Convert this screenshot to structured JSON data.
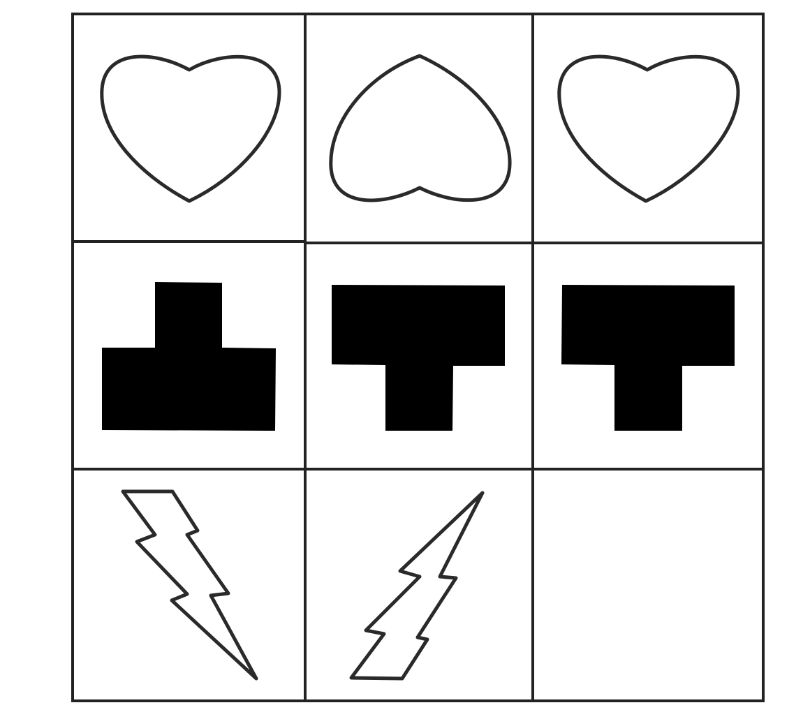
{
  "puzzle": {
    "rows": 3,
    "cols": 3,
    "colors": {
      "line": "#222222",
      "fill": "#000000",
      "background": "#ffffff"
    },
    "cells": [
      {
        "row": 1,
        "col": 1,
        "shape": "heart",
        "style": "outline",
        "orientation": "upright"
      },
      {
        "row": 1,
        "col": 2,
        "shape": "heart",
        "style": "outline",
        "orientation": "upside-down"
      },
      {
        "row": 1,
        "col": 3,
        "shape": "heart",
        "style": "outline",
        "orientation": "upright"
      },
      {
        "row": 2,
        "col": 1,
        "shape": "t-block",
        "style": "solid",
        "orientation": "stem-up"
      },
      {
        "row": 2,
        "col": 2,
        "shape": "t-block",
        "style": "solid",
        "orientation": "stem-down"
      },
      {
        "row": 2,
        "col": 3,
        "shape": "t-block",
        "style": "solid",
        "orientation": "stem-down"
      },
      {
        "row": 3,
        "col": 1,
        "shape": "lightning-bolt",
        "style": "outline",
        "orientation": "pointing-down-right"
      },
      {
        "row": 3,
        "col": 2,
        "shape": "lightning-bolt",
        "style": "outline",
        "orientation": "pointing-down-left"
      },
      {
        "row": 3,
        "col": 3,
        "shape": "empty",
        "style": "blank",
        "orientation": "missing"
      }
    ]
  }
}
